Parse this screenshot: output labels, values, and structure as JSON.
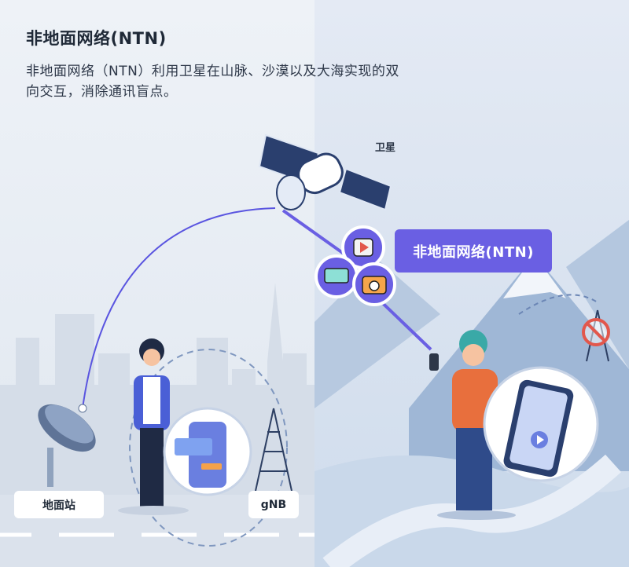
{
  "header": {
    "title": "非地面网络(NTN)",
    "description": "非地面网络（NTN）利用卫星在山脉、沙漠以及大海实现的双向交互，消除通讯盲点。"
  },
  "labels": {
    "ground_station": "地面站",
    "gnb": "gNB",
    "satellite": "卫星",
    "ntn_badge": "非地面网络(NTN)"
  },
  "colors": {
    "accent": "#6a5fe3",
    "left_bg": "#e9eef5",
    "right_bg": "#dde5f1"
  }
}
